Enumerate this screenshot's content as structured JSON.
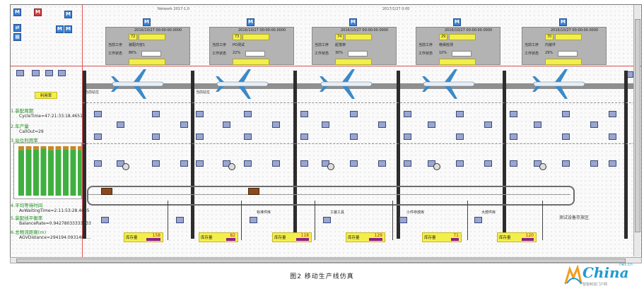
{
  "sidebar": {
    "items": [
      {
        "title": "1.装配周期",
        "value": "CycleTime=47:21:33:18.4651"
      },
      {
        "title": "2.年产量",
        "value": "CallOut=29"
      },
      {
        "title": "3.站位利用率",
        "value": ""
      },
      {
        "title": "4.平均等待时间",
        "value": "AvWaitingTime=2:11:53:28.4605"
      },
      {
        "title": "5.装配线平衡率",
        "value": "BalanceRate=0.94278033333333"
      },
      {
        "title": "6.总物流距离(m)",
        "value": "AGVDistance=294194.0931483...",
        "extra": ""
      }
    ],
    "rate_title": "利用率",
    "rate_values": [
      0.92,
      0.94,
      0.93,
      0.95,
      0.92,
      0.93,
      0.94,
      0.93,
      0.92
    ],
    "rate_colors": [
      "#3fb03f",
      "#c8872a"
    ]
  },
  "header": {
    "left_text": "Network 2017-1.0",
    "right_text": "2017/1/27  0:00"
  },
  "panels": [
    {
      "ts": "2016/10/27 00:00:00.0000",
      "num": "72",
      "lbl1": "当前工序",
      "val1": "装配内容1",
      "pct": "86%",
      "lbl3": "工作状态"
    },
    {
      "ts": "2016/10/27 00:00:00.0000",
      "num": "73",
      "lbl1": "当前工序",
      "val1": "PO测试",
      "pct": "22%",
      "lbl3": "工作状态"
    },
    {
      "ts": "2016/10/27 00:00:00.0000",
      "num": "74",
      "lbl1": "当前工序",
      "val1": "起落架",
      "pct": "30%",
      "lbl3": "工作状态"
    },
    {
      "ts": "2016/10/27 00:00:00.0000",
      "num": "29",
      "lbl1": "当前工序",
      "val1": "绝缘检测",
      "pct": "10%",
      "lbl3": "工作状态"
    },
    {
      "ts": "2016/10/27 00:00:00.0000",
      "num": "70",
      "lbl1": "当前工序",
      "val1": "内装件",
      "pct": "29%",
      "lbl3": "工作状态"
    }
  ],
  "tarmac_labels": [
    "当前站位",
    "当前站位"
  ],
  "bays": [
    {
      "title": "",
      "label": "库存量",
      "value": "158",
      "fill": 0.85
    },
    {
      "title": "",
      "label": "库存量",
      "value": "82",
      "fill": 0.55
    },
    {
      "title": "标准件库",
      "label": "库存量",
      "value": "118",
      "fill": 0.75
    },
    {
      "title": "工装工具",
      "label": "库存量",
      "value": "129",
      "fill": 0.8
    },
    {
      "title": "小件存放库",
      "label": "库存量",
      "value": "71",
      "fill": 0.45
    },
    {
      "title": "大部件库",
      "label": "库存量",
      "value": "120",
      "fill": 0.7
    }
  ],
  "test_area": "测试设备存放区",
  "caption": "图2  移动生产线仿真",
  "logo": {
    "brand": "China",
    "net": "net.cn",
    "sub": "智能制造门户网"
  },
  "colors": {
    "accent": "#3a7fd5",
    "red": "#e05050",
    "yellow": "#f3ef4a",
    "purple": "#8e1f8e"
  }
}
